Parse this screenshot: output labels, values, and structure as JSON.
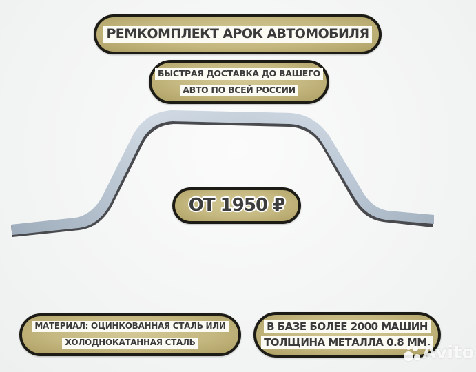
{
  "banner": {
    "title": "РЕМКОМПЛЕКТ АРОК АВТОМОБИЛЯ",
    "delivery_line1": "БЫСТРАЯ ДОСТАВКА ДО ВАШЕГО",
    "delivery_line2": "АВТО ПО ВСЕЙ РОССИИ",
    "price": "ОТ 1950 ₽",
    "material_line1": "МАТЕРИАЛ: ОЦИНКОВАННАЯ СТАЛЬ ИЛИ",
    "material_line2": "ХОЛОДНОКАТАННАЯ СТАЛЬ",
    "base_line1": "В БАЗЕ БОЛЕЕ 2000 МАШИН",
    "base_line2": "ТОЛЩИНА МЕТАЛЛА 0.8 ММ."
  },
  "watermark": {
    "text": "Avito",
    "icon": "avito-dots-icon"
  },
  "product": {
    "image": "wheel-arch-repair-panel",
    "color": "#b7c3cf"
  },
  "colors": {
    "pill_fill": "#c4b77f",
    "pill_border": "#1d1b16",
    "text": "#3b3b3b",
    "background": "#f4f5f5"
  }
}
